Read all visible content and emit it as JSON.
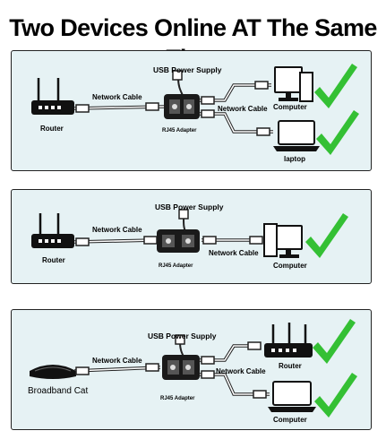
{
  "title": "Two Devices Online AT The Same Time",
  "colors": {
    "check": "#34c034",
    "panel_bg": "#e6f2f4",
    "border": "#222222"
  },
  "panels": [
    {
      "usb_label": "USB Power Supply",
      "cable_label": "Network Cable",
      "cable_label_right": "Network Cable",
      "adapter_label": "RJ45 Adapter",
      "source_label": "Router",
      "device1_label": "Computer",
      "device2_label": "laptop"
    },
    {
      "usb_label": "USB Power Supply",
      "cable_label": "Network Cable",
      "cable_label_right": "Network Cable",
      "adapter_label": "RJ45 Adapter",
      "source_label": "Router",
      "device1_label": "Computer"
    },
    {
      "usb_label": "USB Power Supply",
      "cable_label": "Network Cable",
      "cable_label_right": "Network Cable",
      "adapter_label": "RJ45 Adapter",
      "source_label": "Broadband Cat",
      "device1_label": "Router",
      "device2_label": "Computer"
    }
  ],
  "icons": [
    "router-icon",
    "computer-icon",
    "laptop-icon",
    "modem-icon",
    "rj45-adapter-icon",
    "usb-plug-icon",
    "check-icon"
  ]
}
